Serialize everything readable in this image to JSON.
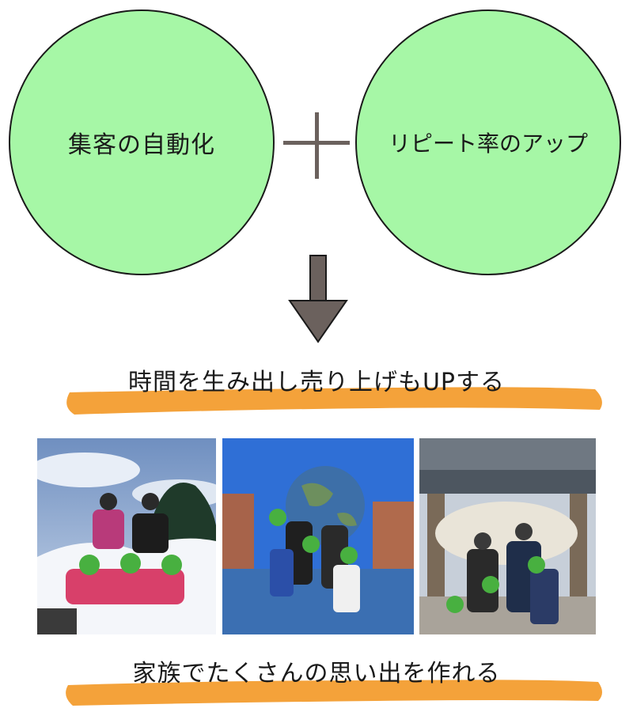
{
  "top": {
    "left_circle_label": "集客の自動化",
    "right_circle_label": "リピート率のアップ",
    "circle_color": "#a6f7a6",
    "plus_color": "#6b615d",
    "arrow_color": "#6b615d"
  },
  "result_caption": "時間を生み出し売り上げもUPする",
  "memory_caption": "家族でたくさんの思い出を作れる",
  "band_color": "#f4a23a",
  "photos": [
    {
      "scene": "family on snow mountain"
    },
    {
      "scene": "family in front of globe statue"
    },
    {
      "scene": "family at wooden gate with sake barrels"
    }
  ]
}
